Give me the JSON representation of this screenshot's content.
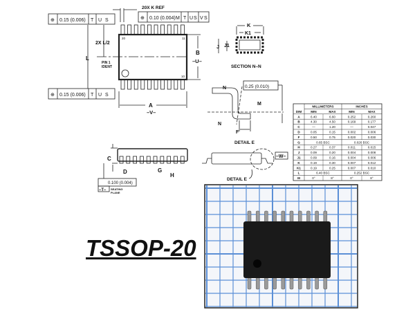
{
  "package_name": "TSSOP-20",
  "top_view": {
    "fcf_top_left": {
      "symbol": "⊕",
      "tol": "0.15 (0.006)",
      "d1": "T",
      "d2": "U",
      "mod": "S"
    },
    "fcf_top_right": {
      "symbol": "⊕",
      "tol": "0.10 (0.004)",
      "mod1": "M",
      "d1": "T",
      "d2": "U",
      "mod2": "S",
      "d3": "V",
      "mod3": "S"
    },
    "fcf_bottom_left": {
      "symbol": "⊕",
      "tol": "0.15 (0.006)",
      "d1": "T",
      "d2": "U",
      "mod": "S"
    },
    "k_ref": "20X K REF",
    "half_l": "2X L/2",
    "l": "L",
    "b": "B",
    "datum_u": "–U–",
    "a": "A",
    "datum_v": "–V–",
    "pin_20": "20",
    "pin_11": "11",
    "pin_10": "10",
    "pin1_ident": "PIN 1",
    "pin1_ident2": "IDENT"
  },
  "section": {
    "k": "K",
    "k1": "K1",
    "j": "J",
    "j1": "J1",
    "title": "SECTION N–N"
  },
  "detail_e": {
    "tol": "0.25 (0.010)",
    "m": "M",
    "n": "N",
    "f": "F",
    "title": "DETAIL E"
  },
  "side_view": {
    "c": "C",
    "d": "D",
    "g": "G",
    "h": "H",
    "flatness": "0.100 (0.004)",
    "datum_t": "–T–",
    "seating": "SEATING",
    "plane": "PLANE",
    "datum_w": "–W–",
    "detail_label": "DETAIL E"
  },
  "table": {
    "group_mm": "MILLIMETERS",
    "group_in": "INCHES",
    "cols": [
      "DIM",
      "MIN",
      "MAX",
      "MIN",
      "MAX"
    ],
    "rows": [
      [
        "A",
        "6.40",
        "6.60",
        "0.252",
        "0.260"
      ],
      [
        "B",
        "4.30",
        "4.50",
        "0.169",
        "0.177"
      ],
      [
        "C",
        "—",
        "1.20",
        "—",
        "0.047"
      ],
      [
        "D",
        "0.05",
        "0.15",
        "0.002",
        "0.006"
      ],
      [
        "F",
        "0.50",
        "0.75",
        "0.020",
        "0.030"
      ],
      [
        "G",
        "0.65 BSC",
        "",
        "0.026 BSC",
        ""
      ],
      [
        "H",
        "0.27",
        "0.37",
        "0.011",
        "0.015"
      ],
      [
        "J",
        "0.09",
        "0.20",
        "0.004",
        "0.008"
      ],
      [
        "J1",
        "0.09",
        "0.16",
        "0.004",
        "0.006"
      ],
      [
        "K",
        "0.19",
        "0.30",
        "0.007",
        "0.012"
      ],
      [
        "K1",
        "0.19",
        "0.25",
        "0.007",
        "0.010"
      ],
      [
        "L",
        "6.40 BSC",
        "",
        "0.252 BSC",
        ""
      ],
      [
        "M",
        "0°",
        "8°",
        "0°",
        "8°"
      ]
    ]
  },
  "colors": {
    "grid_blue": "#5b8fd6",
    "chip_black": "#1a1a1a",
    "paper": "#f4f6fa"
  }
}
